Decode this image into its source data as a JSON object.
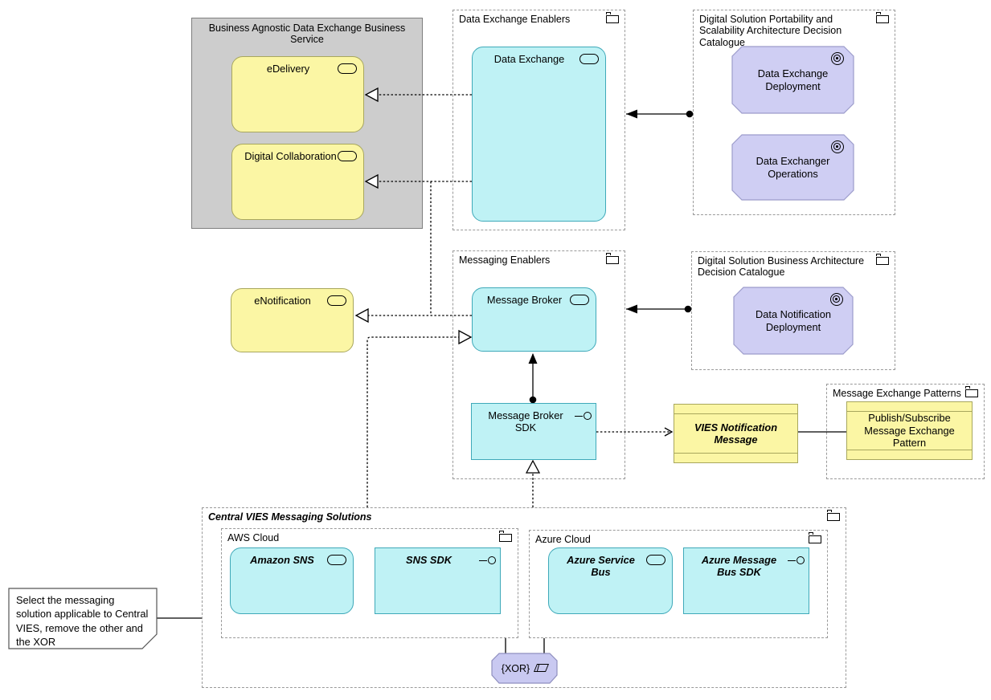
{
  "groups": {
    "business_agnostic": {
      "title": "Business Agnostic Data Exchange Business Service"
    },
    "data_exchange_enablers": {
      "title": "Data Exchange Enablers"
    },
    "portability_catalogue": {
      "title": "Digital Solution Portability and Scalability Architecture Decision Catalogue"
    },
    "messaging_enablers": {
      "title": "Messaging Enablers"
    },
    "business_catalogue": {
      "title": "Digital Solution Business Architecture Decision Catalogue"
    },
    "message_exchange_patterns": {
      "title": "Message Exchange Patterns"
    },
    "central_vies": {
      "title": "Central VIES Messaging Solutions"
    },
    "aws_cloud": {
      "title": "AWS Cloud"
    },
    "azure_cloud": {
      "title": "Azure Cloud"
    }
  },
  "elements": {
    "edelivery": {
      "label": "eDelivery",
      "icon": "service-oval-icon"
    },
    "digital_collaboration": {
      "label": "Digital Collaboration",
      "icon": "service-oval-icon"
    },
    "enotification": {
      "label": "eNotification",
      "icon": "service-oval-icon"
    },
    "data_exchange": {
      "label": "Data Exchange",
      "icon": "service-oval-icon"
    },
    "message_broker": {
      "label": "Message Broker",
      "icon": "service-oval-icon"
    },
    "message_broker_sdk": {
      "label": "Message Broker SDK",
      "icon": "interface-lollipop-icon"
    },
    "data_exchange_deployment": {
      "label": "Data Exchange Deployment",
      "icon": "goal-bullseye-icon"
    },
    "data_exchanger_operations": {
      "label": "Data Exchanger Operations",
      "icon": "goal-bullseye-icon"
    },
    "data_notification_deployment": {
      "label": "Data Notification Deployment",
      "icon": "goal-bullseye-icon"
    },
    "vies_notification_message": {
      "label": "VIES Notification Message"
    },
    "publish_subscribe": {
      "label": "Publish/Subscribe Message Exchange Pattern"
    },
    "amazon_sns": {
      "label": "Amazon SNS",
      "icon": "service-oval-icon"
    },
    "sns_sdk": {
      "label": "SNS SDK",
      "icon": "interface-lollipop-icon"
    },
    "azure_service_bus": {
      "label": "Azure Service Bus",
      "icon": "service-oval-icon"
    },
    "azure_message_bus_sdk": {
      "label": "Azure Message Bus SDK",
      "icon": "interface-lollipop-icon"
    }
  },
  "xor": {
    "label": "{XOR}",
    "icon": "grouping-parallelogram-icon"
  },
  "note": {
    "text": "Select the messaging solution applicable to Central VIES, remove the other and the XOR"
  },
  "colors": {
    "business_yellow": "#FBF6A4",
    "application_cyan": "#BFF2F5",
    "motivation_purple": "#CFCEF3",
    "grouping_gray": "#CDCDCD",
    "xor_purple": "#C9C9F1",
    "connector_black": "#000000"
  }
}
